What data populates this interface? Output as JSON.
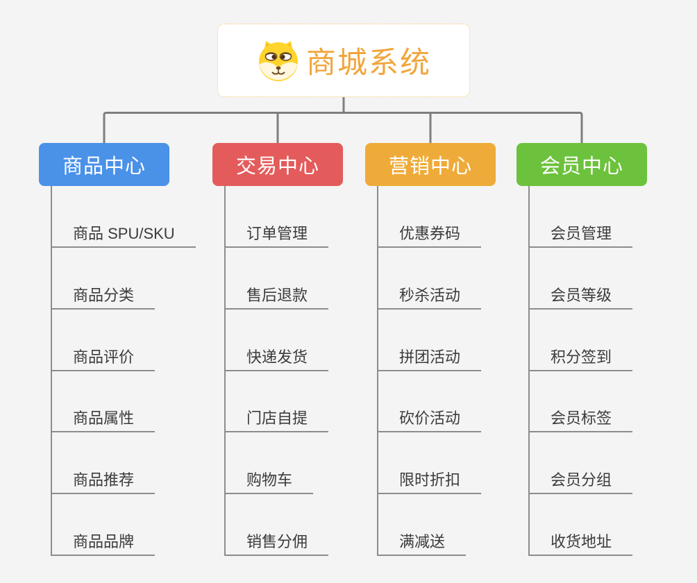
{
  "root": {
    "title": "商城系统",
    "icon": "dog-face-icon"
  },
  "colors": {
    "background": "#F4F4F4",
    "root_accent": "#F0A63C",
    "root_border": "#F2C776",
    "connector": "#7E7E7E",
    "subline": "#8C8C8C",
    "item_text": "#3B3B3B"
  },
  "branches": [
    {
      "label": "商品中心",
      "color": "#4A91E8",
      "items": [
        "商品 SPU/SKU",
        "商品分类",
        "商品评价",
        "商品属性",
        "商品推荐",
        "商品品牌"
      ]
    },
    {
      "label": "交易中心",
      "color": "#E45B5B",
      "items": [
        "订单管理",
        "售后退款",
        "快递发货",
        "门店自提",
        "购物车",
        "销售分佣"
      ]
    },
    {
      "label": "营销中心",
      "color": "#EFAB39",
      "items": [
        "优惠券码",
        "秒杀活动",
        "拼团活动",
        "砍价活动",
        "限时折扣",
        "满减送"
      ]
    },
    {
      "label": "会员中心",
      "color": "#6DC23D",
      "items": [
        "会员管理",
        "会员等级",
        "积分签到",
        "会员标签",
        "会员分组",
        "收货地址"
      ]
    }
  ]
}
